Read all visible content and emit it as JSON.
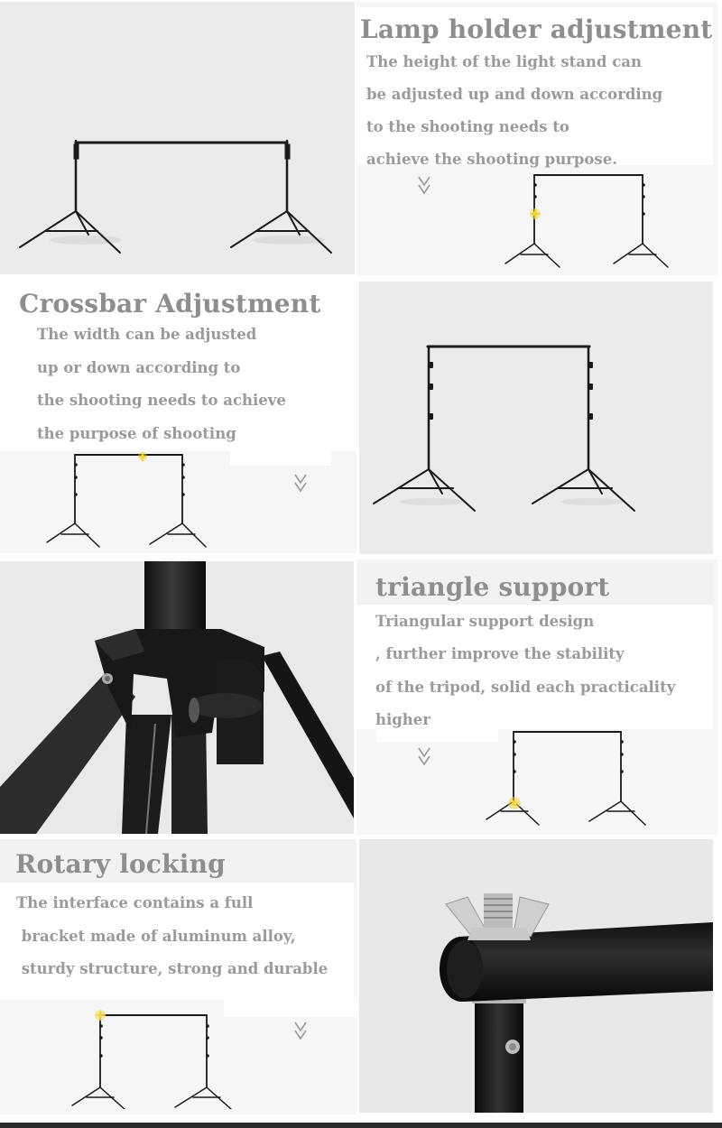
{
  "sections": [
    {
      "title": "Lamp holder adjustment",
      "lines": [
        "The height of the light stand can",
        "be adjusted up and down according",
        "to the shooting needs to",
        "achieve the shooting purpose."
      ],
      "highlight": "left-upright-joint"
    },
    {
      "title": "Crossbar Adjustment",
      "lines": [
        "The width can be adjusted",
        "up or down according to",
        "the shooting needs to achieve",
        "the purpose of shooting"
      ],
      "highlight": "crossbar-center"
    },
    {
      "title": "triangle support",
      "lines": [
        "Triangular support design",
        ", further improve the stability",
        "of the tripod, solid each practicality",
        " higher"
      ],
      "highlight": "tripod-base"
    },
    {
      "title": "Rotary locking",
      "lines": [
        "The interface contains a full",
        " bracket made of aluminum alloy,",
        " sturdy structure, strong and durable"
      ],
      "highlight": "top-left-corner"
    }
  ],
  "icons": {
    "chevron": "double-chevron-down",
    "highlight": "yellow-sparkle"
  },
  "colors": {
    "title": "#8e8e8e",
    "body": "#9a9a9a",
    "panel_grey": "#ebebeb",
    "panel_light": "#f6f6f6",
    "highlight": "#f2d23c",
    "stand": "#1a1a1a",
    "footer": "#2a2a2a"
  }
}
